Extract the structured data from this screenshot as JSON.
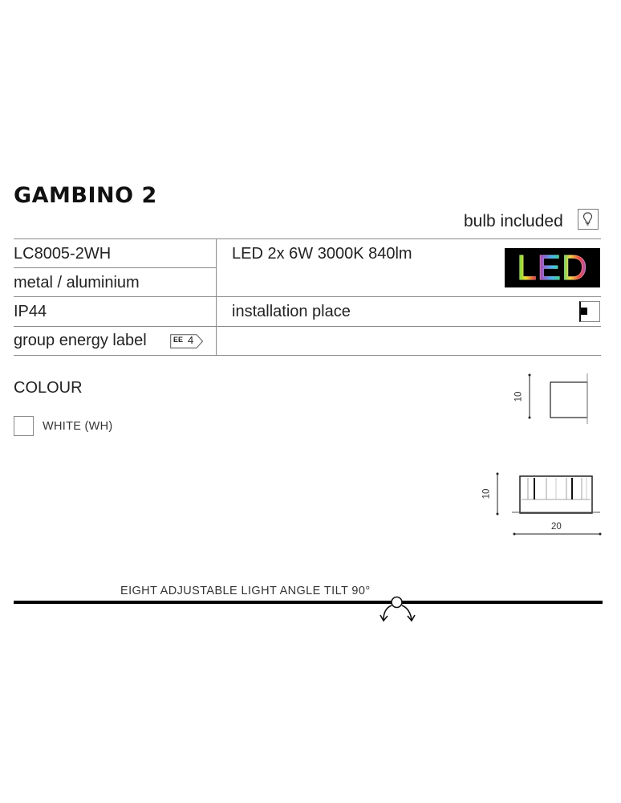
{
  "product": {
    "title": "GAMBINO 2",
    "bulb_included_label": "bulb included",
    "bulb_icon": "lightbulb-icon"
  },
  "specs": {
    "rows": [
      {
        "left": "LC8005-2WH",
        "right": "LED 2x 6W 3000K 840lm"
      },
      {
        "left": "metal / aluminium",
        "right": ""
      },
      {
        "left": "IP44",
        "right": "installation place"
      },
      {
        "left": "group energy label",
        "right": ""
      }
    ],
    "energy_badge": {
      "prefix": "EE",
      "value": "4"
    },
    "led_logo_text": "LED",
    "installation_icon": "wall-mount-icon"
  },
  "colour": {
    "title": "COLOUR",
    "options": [
      {
        "label": "WHITE (WH)",
        "swatch": "#ffffff"
      }
    ]
  },
  "dimensions": {
    "side_view": {
      "height": "10"
    },
    "front_view": {
      "height": "10",
      "width": "20"
    }
  },
  "feature": {
    "tilt_text": "EIGHT ADJUSTABLE LIGHT ANGLE TILT 90°",
    "tilt_icon": "tilt-arrows-icon"
  },
  "colors": {
    "text": "#231f20",
    "rule": "#8a8a8a",
    "thick_rule": "#000000"
  }
}
